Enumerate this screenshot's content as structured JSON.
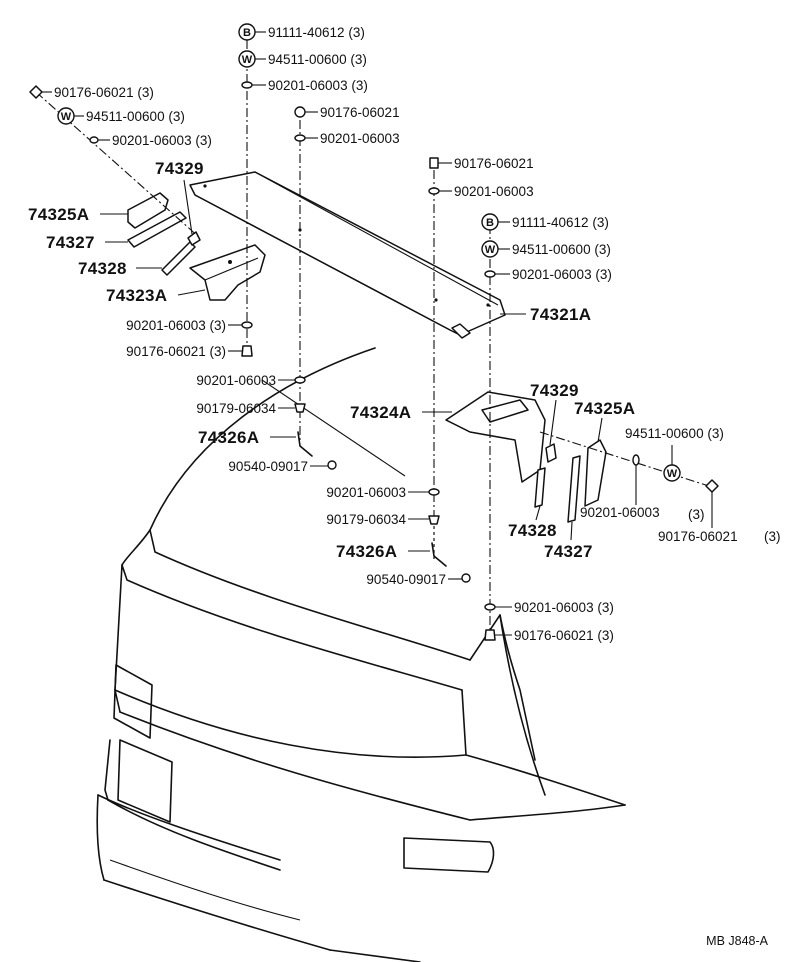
{
  "diagram": {
    "ref_code": "MB J848-A",
    "parts": {
      "p_74329_l": "74329",
      "p_74325a_l": "74325A",
      "p_74327_l": "74327",
      "p_74328_l": "74328",
      "p_74323a": "74323A",
      "p_74321a": "74321A",
      "p_74324a": "74324A",
      "p_74329_r": "74329",
      "p_74325a_r": "74325A",
      "p_74328_r": "74328",
      "p_74327_r": "74327",
      "p_74326a_1": "74326A",
      "p_74326a_2": "74326A"
    },
    "fasteners": {
      "c_bolt": "91111-40612 (3)",
      "c_washer": "94511-00600 (3)",
      "c_flat": "90201-06003 (3)",
      "l_nut": "90176-06021 (3)",
      "l_washer": "94511-00600 (3)",
      "l_flat": "90201-06003 (3)",
      "m_nut": "90176-06021",
      "m_flat": "90201-06003",
      "r_nut": "90176-06021",
      "r_flat": "90201-06003",
      "r_bolt": "91111-40612 (3)",
      "r_washer": "94511-00600 (3)",
      "r_flat2": "90201-06003 (3)",
      "lb_flat": "90201-06003 (3)",
      "lb_nut": "90176-06021 (3)",
      "m2_flat": "90201-06003",
      "m2_grom": "90179-06034",
      "m2_clip": "90540-09017",
      "m3_flat": "90201-06003",
      "m3_grom": "90179-06034",
      "m3_clip": "90540-09017",
      "rr_washer": "94511-00600 (3)",
      "rr_flat": "90201-06003",
      "rr_flat_q": "(3)",
      "rr_nut": "90176-06021",
      "rr_nut_q": "(3)",
      "rb_flat": "90201-06003 (3)",
      "rb_nut": "90176-06021 (3)"
    },
    "symbols": {
      "bolt": "B",
      "washer": "W"
    }
  }
}
